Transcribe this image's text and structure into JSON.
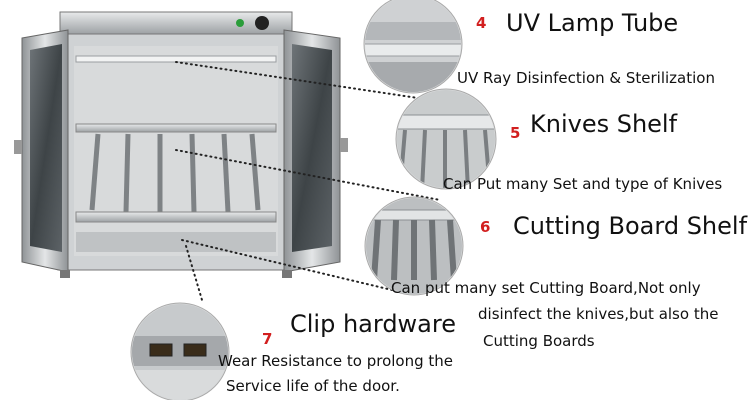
{
  "callouts": [
    {
      "number": "4",
      "title": "UV Lamp Tube",
      "description": "UV Ray Disinfection & Sterilization"
    },
    {
      "number": "5",
      "title": "Knives Shelf",
      "description": "Can Put many Set and type of Knives"
    },
    {
      "number": "6",
      "title": "Cutting Board Shelf",
      "description_lines": [
        "Can put many set Cutting Board,Not only",
        "disinfect the knives,but also the",
        "Cutting Boards"
      ]
    },
    {
      "number": "7",
      "title": "Clip hardware",
      "description_lines": [
        "Wear Resistance to prolong the",
        "Service life of the door."
      ]
    }
  ],
  "colors": {
    "number": "#d21f1f",
    "steel": "#c9ccce",
    "steel_dark": "#8a8d90",
    "leader": "#222222"
  }
}
